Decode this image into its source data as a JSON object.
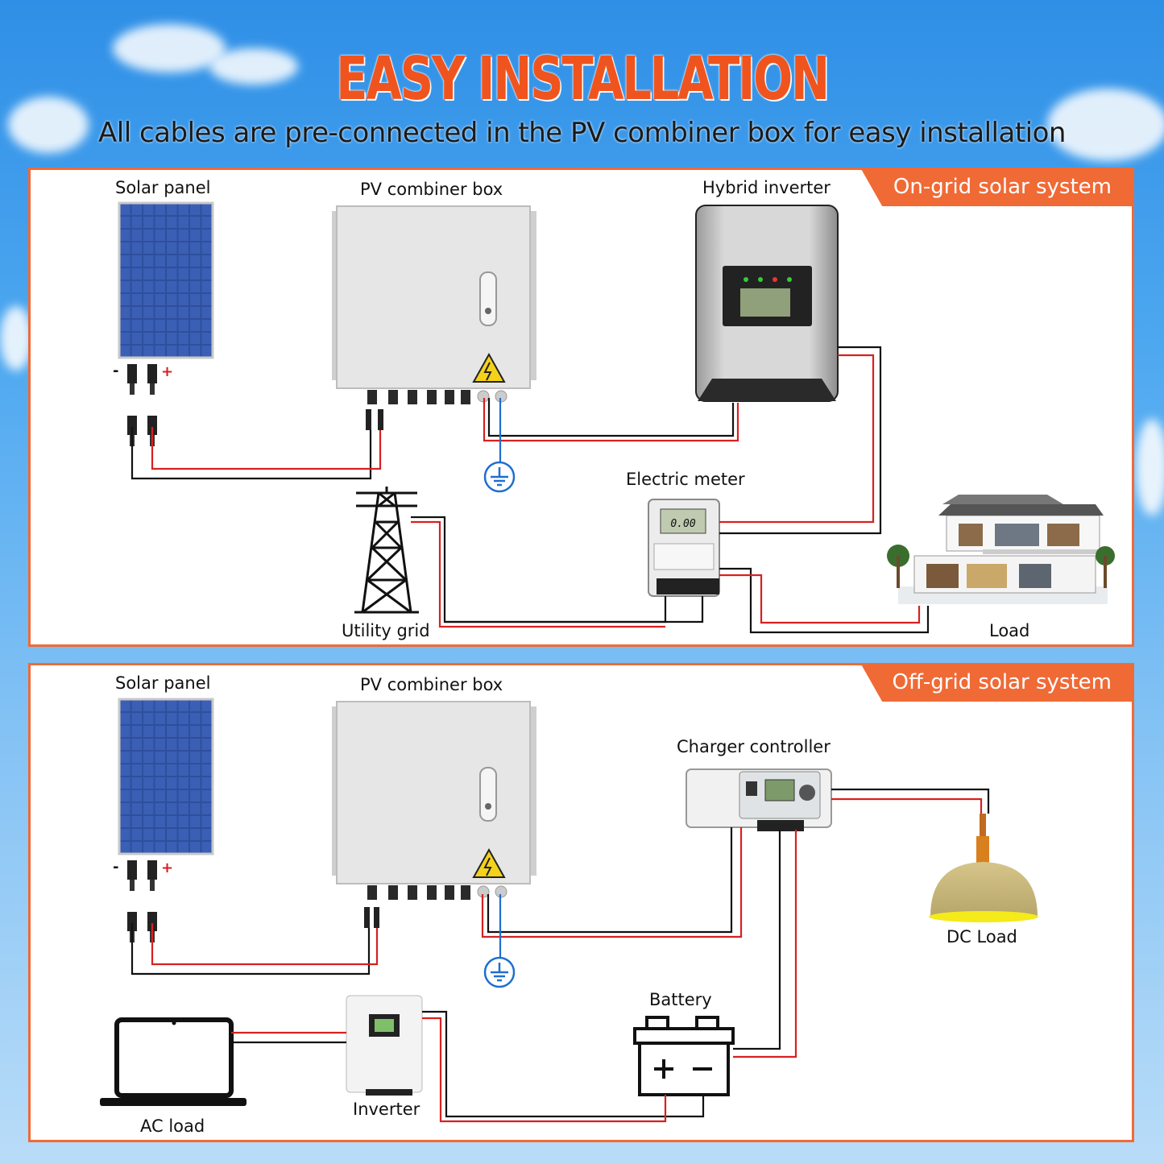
{
  "header": {
    "title": "EASY INSTALLATION",
    "subtitle": "All cables are pre-connected in the PV combiner box for easy installation"
  },
  "on_grid": {
    "tag": "On-grid solar system",
    "labels": {
      "solar_panel": "Solar panel",
      "combiner_box": "PV  combiner box",
      "hybrid_inverter": "Hybrid inverter",
      "electric_meter": "Electric meter",
      "utility_grid": "Utility grid",
      "load": "Load"
    },
    "meter_reading": "0.00"
  },
  "off_grid": {
    "tag": "Off-grid solar system",
    "labels": {
      "solar_panel": "Solar panel",
      "combiner_box": "PV  combiner box",
      "charger_controller": "Charger controller",
      "dc_load": "DC Load",
      "battery": "Battery",
      "inverter": "Inverter",
      "ac_load": "AC load"
    }
  },
  "polarity": {
    "minus": "-",
    "plus": "+"
  },
  "colors": {
    "accent": "#f06a36",
    "title": "#f0541e",
    "wire_pos": "#d82020",
    "wire_neg": "#111111",
    "ground": "#1d6fd0"
  }
}
